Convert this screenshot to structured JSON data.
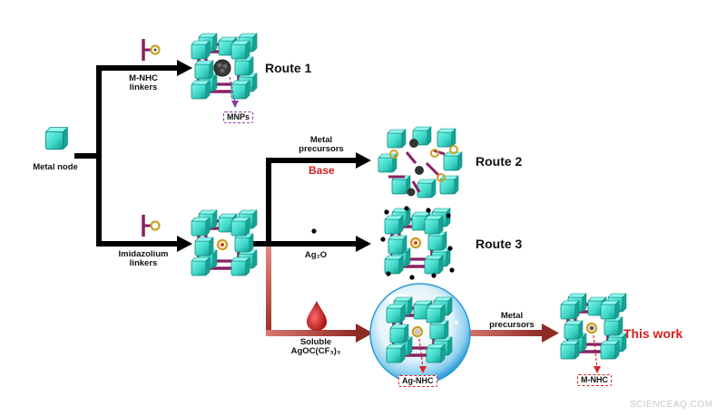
{
  "labels": {
    "metal_node": "Metal node",
    "m_nhc_linkers": "M-NHC\nlinkers",
    "imidazolium_linkers": "Imidazolium\nlinkers",
    "route1": "Route 1",
    "route2": "Route 2",
    "route3": "Route 3",
    "mnps": "MNPs",
    "metal_precursors_1": "Metal\nprecursors",
    "base": "Base",
    "ag2o": "Ag₂O",
    "soluble_ag": "Soluble\nAgOC(CF₃)₃",
    "ag_nhc": "Ag-NHC",
    "metal_precursors_2": "Metal\nprecursors",
    "this_work": "This work",
    "m_nhc": "M-NHC"
  },
  "watermark": "SCIENCEAQ.COM",
  "colors": {
    "cube_face": "#3fe0d0",
    "cube_dark": "#17a89a",
    "linker": "#8a1f63",
    "ring": "#c9a227",
    "arrow": "#000000",
    "red_arrow": "#b3423a",
    "highlight": "#d61f1f"
  }
}
